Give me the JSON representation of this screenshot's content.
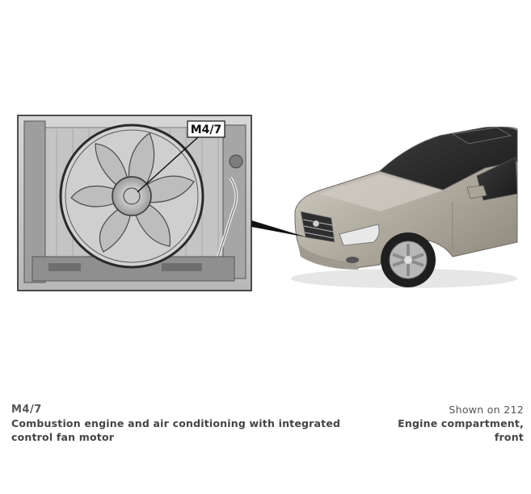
{
  "figure": {
    "inset_label": "M4/7"
  },
  "caption": {
    "code": "M4/7",
    "description_line1": "Combustion engine and air conditioning with integrated",
    "description_line2": "control fan motor",
    "shown_on": "Shown on 212",
    "location_line1": "Engine compartment,",
    "location_line2": "front"
  },
  "colors": {
    "text": "#444444",
    "frame": "#1a1a1a",
    "car_body": "#b9b4a8"
  }
}
